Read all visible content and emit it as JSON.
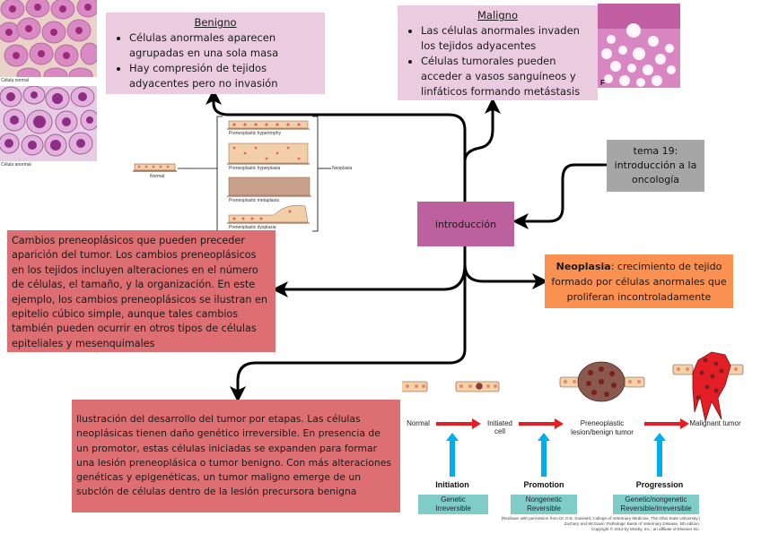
{
  "benigno": {
    "title": "Benigno",
    "bullets": [
      "Células anormales aparecen agrupadas en una sola masa",
      "Hay compresión de tejidos adyacentes pero no invasión"
    ]
  },
  "maligno": {
    "title": "Maligno",
    "bullets": [
      "Las células anormales invaden los tejidos adyacentes",
      "Células tumorales pueden acceder a vasos sanguíneos y linfáticos formando metástasis"
    ]
  },
  "cell_images": {
    "normal_caption": "Célula normal",
    "abnormal_caption": "Célula anormal",
    "histology_caption": "F"
  },
  "preneoplastic_figure": {
    "normal_label": "Normal",
    "neoplasia_label": "Neoplasia",
    "stages": [
      "Preneoplastic hypertrophy",
      "Preneoplastic hyperplasia",
      "Preneoplastic metaplasia",
      "Preneoplastic dysplasia"
    ]
  },
  "center": {
    "introduccion": "introducción",
    "tema": "tema 19: introducción a la oncología"
  },
  "neoplasia": {
    "term": "Neoplasia",
    "definition": ": crecimiento de tejido formado por células anormales que proliferan incontroladamente"
  },
  "cambios": {
    "text": "Cambios preneoplásicos que pueden preceder aparición del tumor. Los cambios preneoplásicos en los tejidos incluyen alteraciones en el número de células, el tamaño, y la organización. En este ejemplo, los cambios preneoplásicos se ilustran en epitelio cúbico simple, aunque tales cambios también pueden ocurrir en otros tipos de células epiteliales y mesenquimales"
  },
  "ilustracion": {
    "text": "Ilustración del desarrollo del tumor por etapas. Las células neoplásicas tienen daño genético irreversible. En presencia de un promotor, estas células iniciadas se expanden para formar una lesión preneoplásica o tumor benigno. Con más alteraciones genéticas y epigenéticas, un tumor maligno emerge de un subclón de células dentro de la lesión precursora benigna"
  },
  "tumor_stages": {
    "stages": [
      "Normal",
      "Initiated cell",
      "Preneoplastic lesion/benign tumor",
      "Malignant tumor"
    ],
    "phases": [
      {
        "name": "Initiation",
        "line1": "Genetic",
        "line2": "Irreversible"
      },
      {
        "name": "Promotion",
        "line1": "Nongenetic",
        "line2": "Reversible"
      },
      {
        "name": "Progression",
        "line1": "Genetic/nongenetic",
        "line2": "Reversible/irreversible"
      }
    ],
    "credit": [
      "(Redrawn with permission from Dr. D.E. Kusewitt, College of Veterinary Medicine, The Ohio State University.)",
      "Zachary and McGavin: Pathologic Basis of Veterinary Disease, 5th edition.",
      "Copyright © 2012 by Mosby, Inc., an affiliate of Elsevier Inc."
    ]
  },
  "colors": {
    "pink_box": "#ebcbe0",
    "intro_box": "#bd619e",
    "tema_box": "#a6a6a6",
    "neoplasia_box": "#fa9151",
    "red_box": "#dd6f73",
    "teal_box": "#7fcdc6",
    "stage_arrow": "#e31e24",
    "phase_arrow": "#00aeef"
  }
}
